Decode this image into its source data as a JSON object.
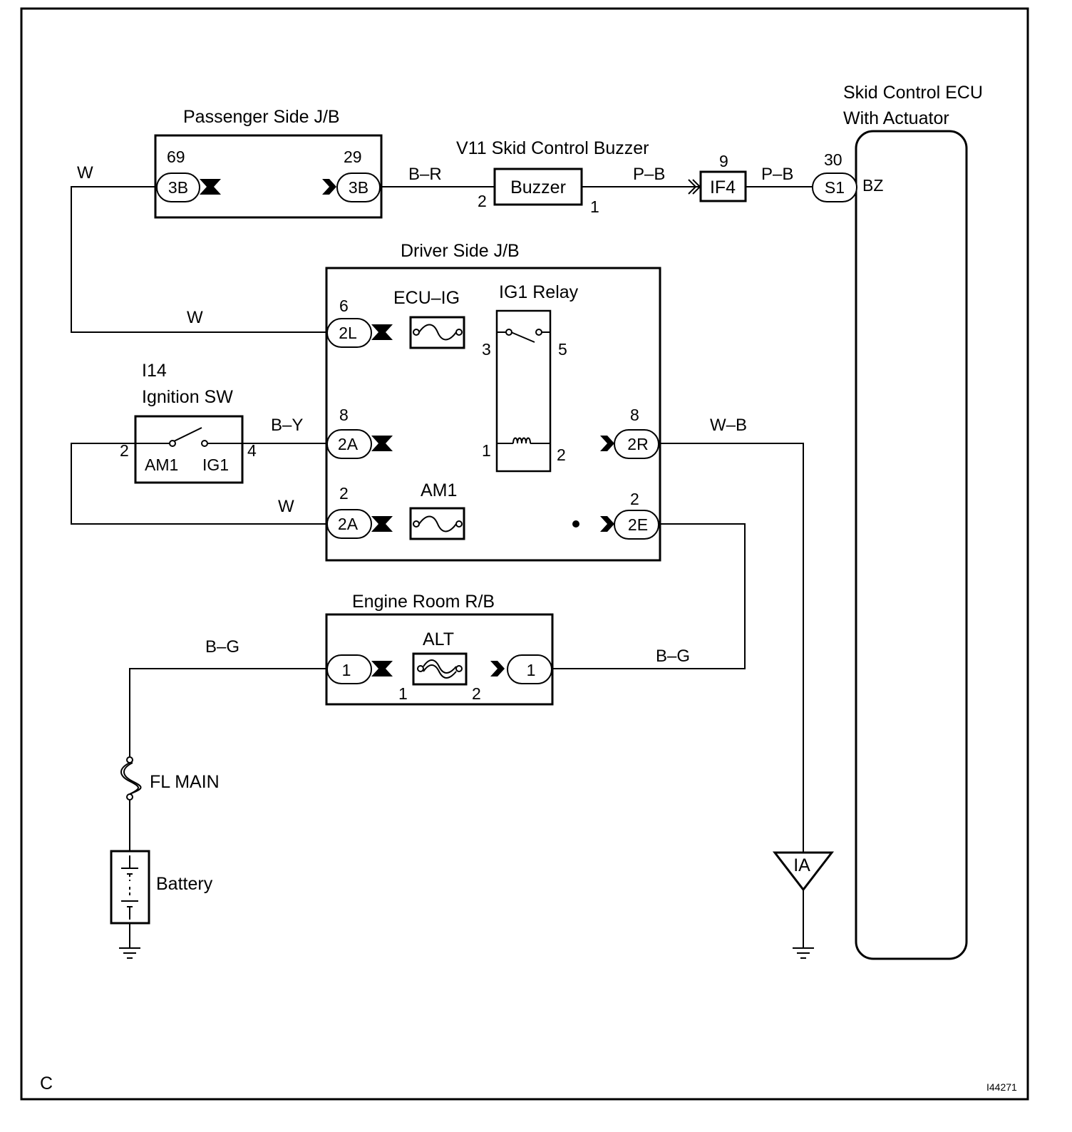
{
  "components": {
    "passenger_jb": {
      "title": "Passenger Side J/B",
      "left_pin": "69",
      "left_conn": "3B",
      "right_pin": "29",
      "right_conn": "3B"
    },
    "buzzer": {
      "title": "V11 Skid Control Buzzer",
      "label": "Buzzer",
      "pin_in": "2",
      "pin_out": "1"
    },
    "connector_if4": {
      "pin": "9",
      "label": "IF4"
    },
    "ecu": {
      "title_line1": "Skid Control ECU",
      "title_line2": "With Actuator",
      "pin": "30",
      "conn": "S1",
      "terminal": "BZ"
    },
    "driver_jb": {
      "title": "Driver Side J/B",
      "ecu_ig_label": "ECU–IG",
      "relay_label": "IG1 Relay",
      "am1_label": "AM1",
      "conn_2L": {
        "pin": "6",
        "label": "2L"
      },
      "conn_2A_top": {
        "pin": "8",
        "label": "2A"
      },
      "conn_2A_bottom": {
        "pin": "2",
        "label": "2A"
      },
      "conn_2R": {
        "pin": "8",
        "label": "2R"
      },
      "conn_2E": {
        "pin": "2",
        "label": "2E"
      },
      "relay_pin_3": "3",
      "relay_pin_5": "5",
      "relay_pin_1": "1",
      "relay_pin_2": "2"
    },
    "ignition_sw": {
      "code": "I14",
      "title": "Ignition SW",
      "term_am1": "AM1",
      "term_ig1": "IG1",
      "pin_left": "2",
      "pin_right": "4"
    },
    "engine_room_rb": {
      "title": "Engine Room R/B",
      "fuse_label": "ALT",
      "left_conn": "1",
      "right_conn": "1",
      "pin_left": "1",
      "pin_right": "2"
    },
    "fl_main": {
      "label": "FL MAIN"
    },
    "battery": {
      "label": "Battery"
    },
    "ground_ia": {
      "label": "IA"
    }
  },
  "wire_colors": {
    "w_top": "W",
    "b_r": "B–R",
    "p_b_1": "P–B",
    "p_b_2": "P–B",
    "w_2L": "W",
    "b_y": "B–Y",
    "w_b": "W–B",
    "w_2A": "W",
    "b_g_left": "B–G",
    "b_g_right": "B–G"
  },
  "footer": {
    "section_letter": "C",
    "figure_id": "I44271"
  }
}
